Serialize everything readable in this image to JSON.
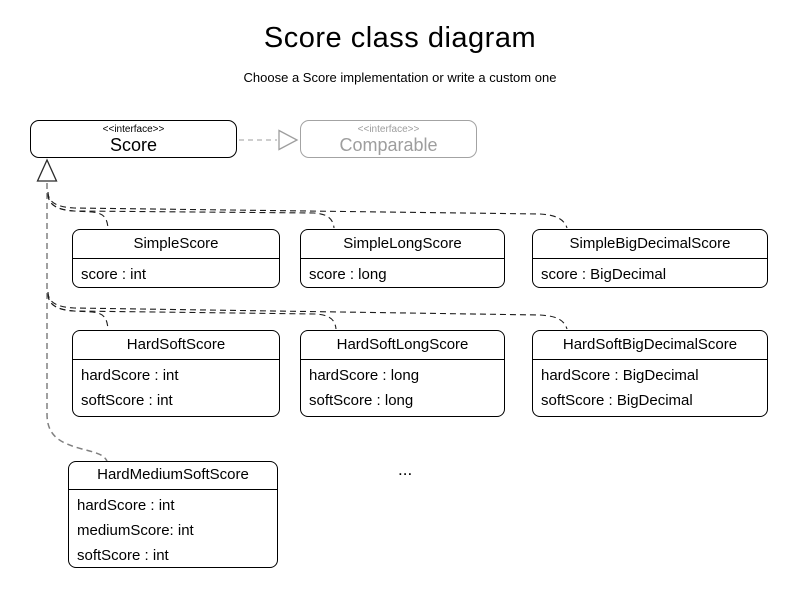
{
  "title": "Score class diagram",
  "subtitle": "Choose a Score implementation or write a custom one",
  "interfaces": {
    "score": {
      "stereotype": "<<interface>>",
      "name": "Score"
    },
    "comparable": {
      "stereotype": "<<interface>>",
      "name": "Comparable"
    }
  },
  "classes": [
    {
      "name": "SimpleScore",
      "attributes": [
        "score : int"
      ]
    },
    {
      "name": "SimpleLongScore",
      "attributes": [
        "score : long"
      ]
    },
    {
      "name": "SimpleBigDecimalScore",
      "attributes": [
        "score : BigDecimal"
      ]
    },
    {
      "name": "HardSoftScore",
      "attributes": [
        "hardScore : int",
        "softScore : int"
      ]
    },
    {
      "name": "HardSoftLongScore",
      "attributes": [
        "hardScore : long",
        "softScore : long"
      ]
    },
    {
      "name": "HardSoftBigDecimalScore",
      "attributes": [
        "hardScore : BigDecimal",
        "softScore : BigDecimal"
      ]
    },
    {
      "name": "HardMediumSoftScore",
      "attributes": [
        "hardScore : int",
        "mediumScore: int",
        "softScore : int"
      ]
    }
  ],
  "ellipsis": "...",
  "colors": {
    "line": "#1c1c1c",
    "box_border": "#000000",
    "muted_gray": "#9e9e9e",
    "connector_gray": "#808080",
    "dash_light": "#bdbdbd",
    "background": "#ffffff"
  }
}
